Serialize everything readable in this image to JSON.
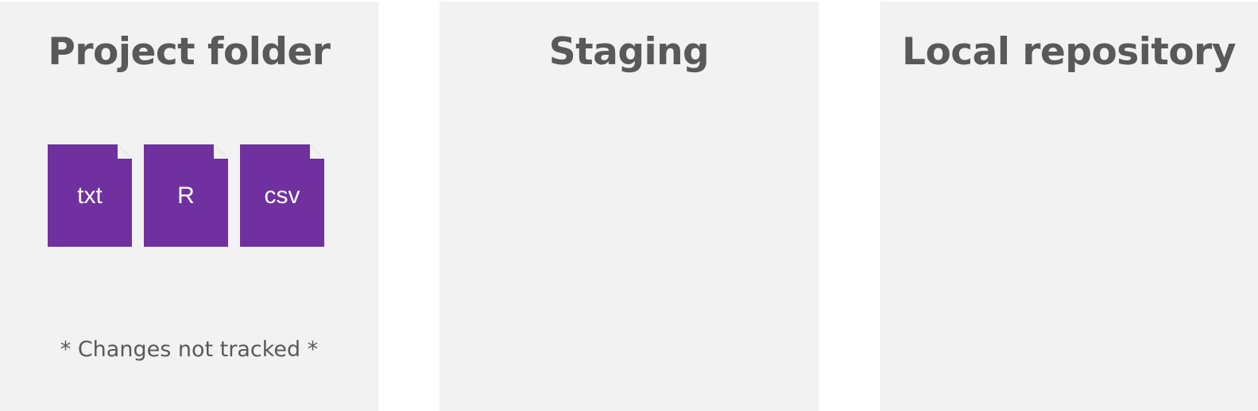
{
  "colors": {
    "panel_background": "#f2f2f2",
    "title_text": "#595959",
    "file_fill": "#7030a0",
    "file_text": "#ffffff"
  },
  "panels": [
    {
      "title": "Project folder",
      "files": [
        {
          "label": "txt",
          "icon": "document-icon"
        },
        {
          "label": "R",
          "icon": "document-icon"
        },
        {
          "label": "csv",
          "icon": "document-icon"
        }
      ],
      "note": "* Changes not tracked *"
    },
    {
      "title": "Staging"
    },
    {
      "title": "Local repository"
    }
  ]
}
